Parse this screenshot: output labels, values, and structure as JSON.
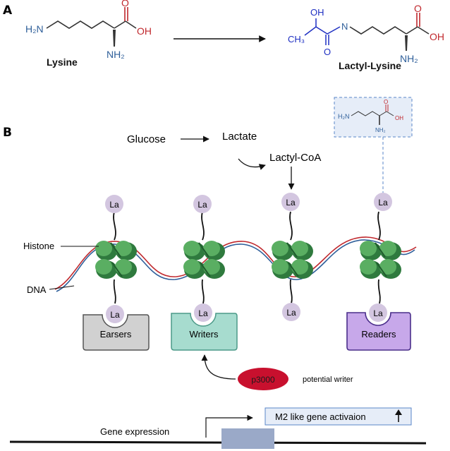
{
  "panel_a": {
    "label": "A",
    "lysine": {
      "name": "Lysine",
      "h2n": "H₂N",
      "nh2": "NH₂",
      "o": "O",
      "oh": "OH"
    },
    "lactyl_lysine": {
      "name": "Lactyl-Lysine",
      "oh_top": "OH",
      "ch3": "CH₃",
      "o_low": "O",
      "n": "N",
      "o": "O",
      "oh": "OH",
      "nh2": "NH₂"
    }
  },
  "panel_b": {
    "label": "B",
    "glucose": "Glucose",
    "lactate": "Lactate",
    "lactyl_coa": "Lactyl-CoA",
    "histone": "Histone",
    "dna": "DNA",
    "la": "La",
    "erasers": "Earsers",
    "writers": "Writers",
    "readers": "Readers",
    "p3000": "p3000",
    "potential_writer": "potential writer",
    "gene_expression": "Gene expression",
    "m2_activation": "M2 like gene activaion",
    "inset": {
      "h2n": "H₂N",
      "nh2": "NH₂",
      "o": "O",
      "oh": "OH"
    }
  },
  "colors": {
    "nitrogen_blue": "#2f5f9a",
    "oxygen_red": "#c0282d",
    "lactyl_blue": "#1e2fc2",
    "nucleosome_green": "#3f8f4e",
    "la_purple": "#d3c6e0",
    "erasers_gray": "#d1d1d1",
    "writers_teal": "#a7dccf",
    "readers_purple": "#c7a8ea",
    "p3000_red": "#c8102e",
    "inset_bg": "#e6edf8",
    "gene_box": "#9aa9c8"
  }
}
